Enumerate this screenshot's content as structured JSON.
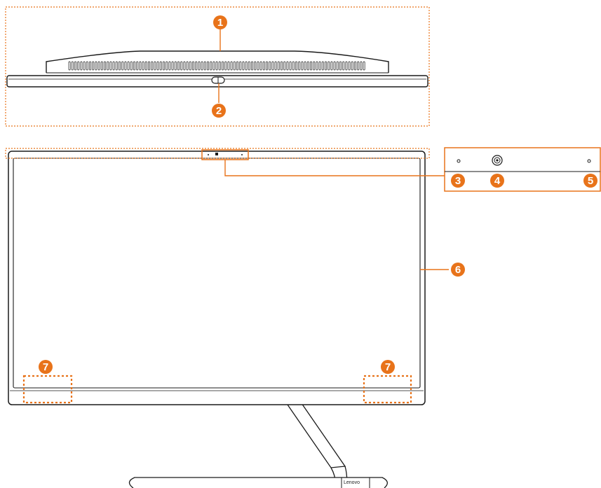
{
  "colors": {
    "accent": "#e8731a",
    "line": "#1a1a1a",
    "white": "#ffffff"
  },
  "brand_logo": "Lenovo",
  "callouts": [
    {
      "number": "1",
      "part": "top-view-speaker-grille"
    },
    {
      "number": "2",
      "part": "top-view-camera-switch"
    },
    {
      "number": "3",
      "part": "left-microphone"
    },
    {
      "number": "4",
      "part": "camera"
    },
    {
      "number": "5",
      "part": "right-microphone"
    },
    {
      "number": "6",
      "part": "display"
    },
    {
      "number": "7",
      "part": "left-speaker"
    },
    {
      "number": "7",
      "part": "right-speaker"
    }
  ]
}
